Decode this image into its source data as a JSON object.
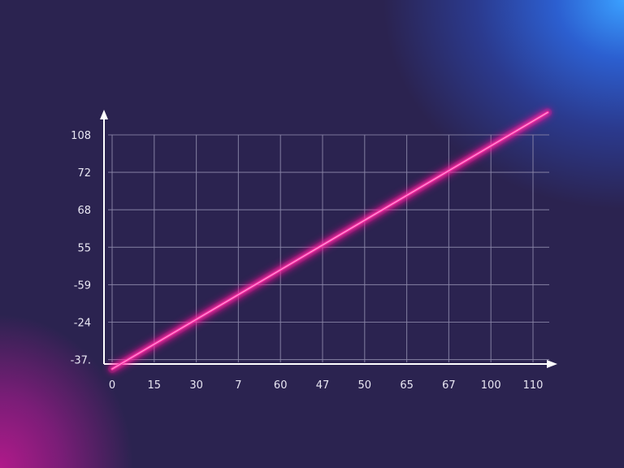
{
  "chart_data": {
    "type": "line",
    "title": "",
    "xlabel": "",
    "ylabel": "",
    "x_tick_labels": [
      "0",
      "15",
      "30",
      "7",
      "60",
      "47",
      "50",
      "65",
      "67",
      "100",
      "110"
    ],
    "y_tick_labels": [
      "108",
      "72",
      "68",
      "55",
      "-59",
      "-24",
      "-37."
    ],
    "grid": true,
    "series": [
      {
        "color": "#ff2fa8",
        "points": [
          {
            "x_index": 0,
            "y_index": 6.25
          },
          {
            "x_index": 10.35,
            "y_index": -0.6
          }
        ]
      }
    ],
    "colors": {
      "line": "#ff2fa8",
      "glow": "#ff1493",
      "grid": "#8a85a8",
      "axis": "#ffffff",
      "background": "#2b2350"
    }
  }
}
